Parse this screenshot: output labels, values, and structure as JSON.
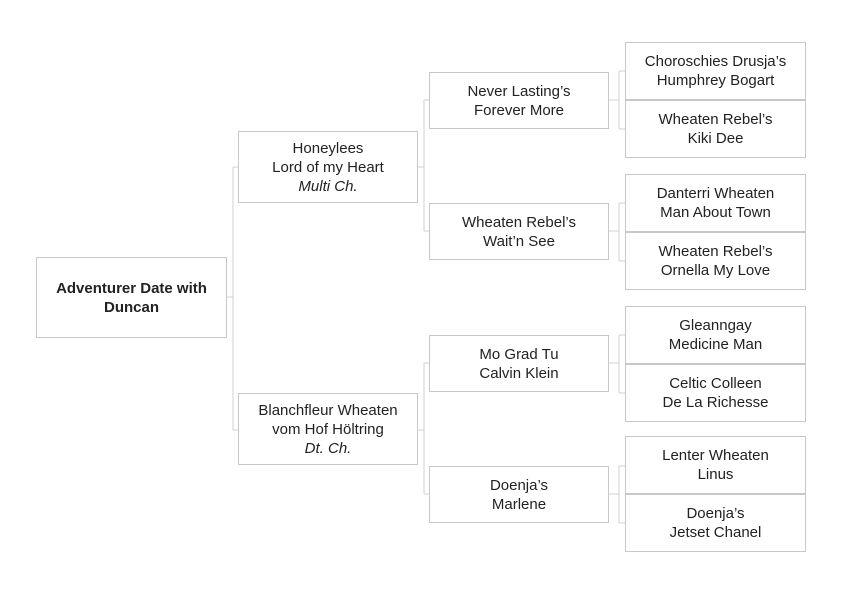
{
  "root": {
    "name": "Adventurer Date with Duncan"
  },
  "sire": {
    "line1": "Honeylees",
    "line2": "Lord of my Heart",
    "title": "Multi Ch."
  },
  "dam": {
    "line1": "Blanchfleur Wheaten",
    "line2": "vom Hof Höltring",
    "title": "Dt. Ch."
  },
  "grandparents": [
    {
      "line1": "Never Lasting’s",
      "line2": "Forever More"
    },
    {
      "line1": "Wheaten Rebel’s",
      "line2": "Wait’n See"
    },
    {
      "line1": "Mo Grad Tu",
      "line2": "Calvin Klein"
    },
    {
      "line1": "Doenja’s",
      "line2": "Marlene"
    }
  ],
  "great_grandparents": [
    {
      "line1": "Choroschies Drusja’s",
      "line2": "Humphrey Bogart"
    },
    {
      "line1": "Wheaten Rebel’s",
      "line2": "Kiki Dee"
    },
    {
      "line1": "Danterri Wheaten",
      "line2": "Man About Town"
    },
    {
      "line1": "Wheaten Rebel’s",
      "line2": "Ornella My Love"
    },
    {
      "line1": "Gleanngay",
      "line2": "Medicine Man"
    },
    {
      "line1": "Celtic Colleen",
      "line2": "De La Richesse"
    },
    {
      "line1": "Lenter Wheaten",
      "line2": "Linus"
    },
    {
      "line1": "Doenja’s",
      "line2": "Jetset Chanel"
    }
  ]
}
